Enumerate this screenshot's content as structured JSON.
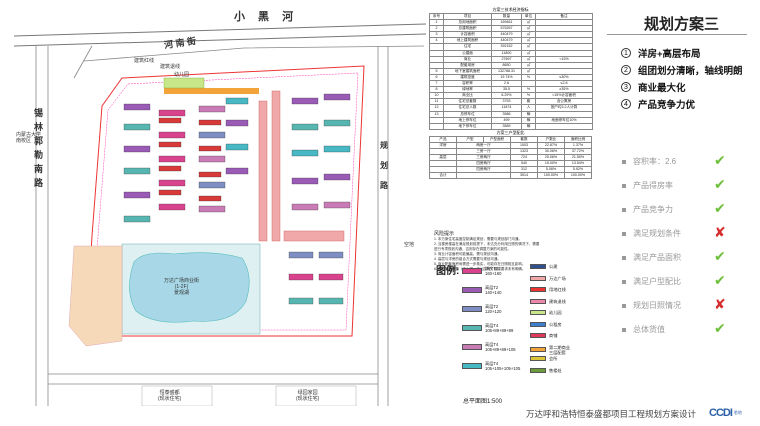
{
  "panel": {
    "title": "规划方案三",
    "points": [
      {
        "num": "1",
        "text": "洋房+高层布局"
      },
      {
        "num": "2",
        "text": "组团划分清晰，轴线明朗"
      },
      {
        "num": "3",
        "text": "商业最大化"
      },
      {
        "num": "4",
        "text": "产品竞争力优"
      }
    ],
    "criteria": [
      {
        "label": "容积率：2.6",
        "result": "check"
      },
      {
        "label": "产品得房率",
        "result": "check"
      },
      {
        "label": "产品竞争力",
        "result": "check"
      },
      {
        "label": "满足规划条件",
        "result": "cross"
      },
      {
        "label": "满足产品面积",
        "result": "check"
      },
      {
        "label": "满足户型配比",
        "result": "check"
      },
      {
        "label": "规划日照情况",
        "result": "cross"
      },
      {
        "label": "总体货值",
        "result": "check"
      }
    ],
    "check_glyph": "✔",
    "cross_glyph": "✘"
  },
  "plan": {
    "roads": {
      "top": "小 黑 河",
      "top_south": "河 南 街",
      "left": "锡 林 郭 勒 南 路",
      "right": "规 划 路",
      "bottom_left": "恒泰盛都\n(现状住宅)",
      "bottom_right": "绿园家园\n(现状住宅)",
      "left_outside": "内蒙古大学\n南校区",
      "right_outside": "空地"
    },
    "center_label": "万达广场商业街\n(1-2F)\n景观湖",
    "small_labels": [
      "建筑红线",
      "建筑退线",
      "幼儿园"
    ]
  },
  "table": {
    "title": "方案三技术经济指标",
    "headers": [
      "序号",
      "项目",
      "数量",
      "单位",
      "备注"
    ],
    "rows": [
      [
        "1",
        "总用地面积",
        "169461",
        "㎡",
        ""
      ],
      [
        "2",
        "总建筑面积",
        "575267",
        "㎡",
        ""
      ],
      [
        "3",
        "计容面积",
        "440479",
        "㎡",
        ""
      ],
      [
        "4",
        "地上建筑面积",
        "440479",
        "㎡",
        ""
      ],
      [
        "",
        "住宅",
        "392152",
        "㎡",
        ""
      ],
      [
        "",
        "公建面",
        "11800",
        "㎡",
        ""
      ],
      [
        "",
        "商业",
        "27697",
        "㎡",
        "<15%"
      ],
      [
        "",
        "配套用房",
        "8650",
        "㎡",
        ""
      ],
      [
        "5",
        "地下室建筑面积",
        "132788.31",
        "㎡",
        ""
      ],
      [
        "6",
        "建筑密度",
        "19.74%",
        "%",
        "≤30%"
      ],
      [
        "7",
        "容积率",
        "2.6",
        "",
        "≤2.8"
      ],
      [
        "8",
        "绿地率",
        "35.5",
        "%",
        "≥35%"
      ],
      [
        "10",
        "商业比",
        "6.29%",
        "%",
        "<15%计容面积"
      ],
      [
        "11",
        "住宅总套数",
        "3753",
        "套",
        "含公寓房"
      ],
      [
        "12",
        "住宅总人数",
        "11874",
        "人",
        "按户均3.2人计算"
      ],
      [
        "13",
        "总停车位",
        "3586",
        "辆",
        ""
      ],
      [
        "",
        "地上停车位",
        "499",
        "辆",
        "地面停车位10%"
      ],
      [
        "",
        "地下停车位",
        "3589",
        "辆",
        ""
      ]
    ],
    "mix_title": "方案三户型配比",
    "mix_headers": [
      "产品",
      "户型",
      "户型面积",
      "套数",
      "户数比",
      "面积比例"
    ],
    "mix_rows": [
      [
        "洋房",
        "两房一厅",
        "1003",
        "22.87%",
        "1.37%"
      ],
      [
        "",
        "三房一厅",
        "1323",
        "30.06%",
        "37.72%"
      ],
      [
        "高层",
        "三房两厅",
        "724",
        "25.06%",
        "21.50%"
      ],
      [
        "",
        "四房两厅",
        "540",
        "15.00%",
        "13.54%"
      ],
      [
        "",
        "四房两厅",
        "312",
        "5.08%",
        "5.92%"
      ],
      [
        "合计",
        "",
        "3514",
        "100.00%",
        "100.00%"
      ]
    ]
  },
  "notes": {
    "title": "风险提示",
    "items": [
      "1. 本方案住宅高度控制满足规划，需要与规划部门沟通。",
      "2. 当楼房楼高在满足规划前提下，未达充分利用日照的情况下，需要",
      "   进行专项规划沟通，否则存在调整方案的可能性。",
      "3. 商业计容面积可能偏高，需与规划沟通。",
      "4. 高层与洋房的组合方式需要与规划沟通。",
      "5. 商业配套面积尚需进一步核实，可能存在日照相互影响。",
      "6. 内部配套需要（中小学、幼儿园等）配建要求未有明确。"
    ]
  },
  "legend": {
    "title": "图例:",
    "items": [
      {
        "label": "洋房T2\n160+160",
        "color": "#d9438d"
      },
      {
        "label": "高层T2\n140+140",
        "color": "#9a5bb5"
      },
      {
        "label": "高层T2\n120+120",
        "color": "#7e8ec2"
      },
      {
        "label": "高层T4\n105+89+89+89",
        "color": "#58b6b0"
      },
      {
        "label": "高层T4\n105+89+89+105",
        "color": "#c97bb6"
      },
      {
        "label": "高层T4\n105+105+105+105",
        "color": "#47b8c4"
      }
    ],
    "items_right": [
      {
        "label": "公建",
        "color": "#2f4f8f"
      },
      {
        "label": "万达广场",
        "color": "#f0a8a8"
      },
      {
        "label": "用地红线",
        "color": "#e33"
      },
      {
        "label": "建筑退线",
        "color": "#e8a"
      },
      {
        "label": "幼儿园",
        "color": "#c8e68a"
      },
      {
        "label": "公租房",
        "color": "#3d7fcf"
      },
      {
        "label": "商铺",
        "color": "#e03a5a"
      },
      {
        "label": "第二期商业\n三层配套",
        "color": "#f2a33a"
      },
      {
        "label": "会所",
        "color": "#d9c43a"
      },
      {
        "label": "售楼处",
        "color": "#6b9b3a"
      }
    ],
    "scale": "总平面图1:500"
  },
  "footer": {
    "text": "万达呼和浩特恒泰盛都项目工程规划方案设计",
    "logo": "CCDI",
    "logo_sub": "悉地"
  }
}
